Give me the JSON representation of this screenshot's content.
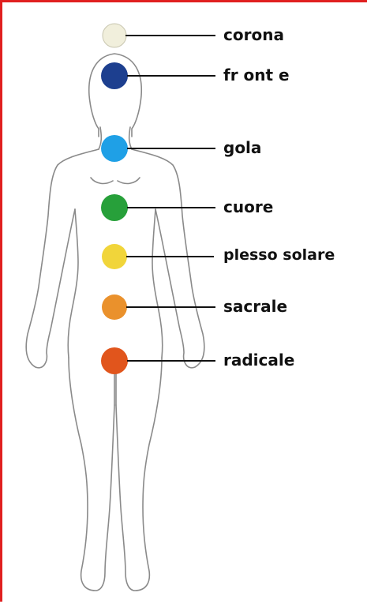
{
  "chakras": [
    {
      "label": "corona",
      "color": "#f1efdc"
    },
    {
      "label": "fr ont e",
      "color": "#1d3f8f"
    },
    {
      "label": "gola",
      "color": "#1fa0e6"
    },
    {
      "label": "cuore",
      "color": "#27a03a"
    },
    {
      "label": "plesso solare",
      "color": "#f1d53a"
    },
    {
      "label": "sacrale",
      "color": "#ea912c"
    },
    {
      "label": "radicale",
      "color": "#e1551c"
    }
  ]
}
